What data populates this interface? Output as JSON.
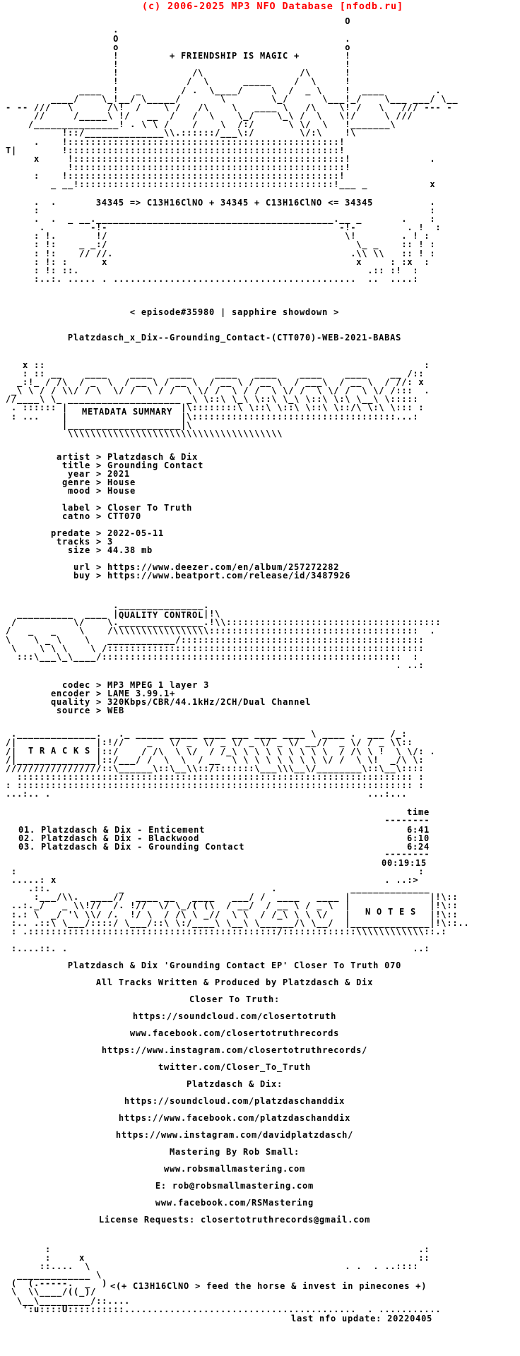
{
  "page": {
    "copyright": "(c) 2006-2025 MP3 NFO Database [nfodb.ru]",
    "accent_color": "#ff0000",
    "text_color": "#000000",
    "background_color": "#ffffff",
    "kv_separator": " > "
  },
  "banner": {
    "slogan": "+ FRIENDSHIP IS MAGIC +",
    "equation": "34345 => C13H16ClNO + 34345 + C13H16ClNO <= 34345",
    "episode": "< episode#35980 | sapphire showdown >",
    "release_name": "Platzdasch_x_Dix--Grounding_Contact-(CTT070)-WEB-2021-BABAS"
  },
  "metadata": {
    "section_title": "METADATA SUMMARY",
    "fields": [
      {
        "key": "artist",
        "value": "Platzdasch & Dix"
      },
      {
        "key": "title",
        "value": "Grounding Contact"
      },
      {
        "key": "year",
        "value": "2021"
      },
      {
        "key": "genre",
        "value": "House"
      },
      {
        "key": "mood",
        "value": "House"
      },
      {
        "key": "label",
        "value": "Closer To Truth"
      },
      {
        "key": "catno",
        "value": "CTT070"
      },
      {
        "key": "predate",
        "value": "2022-05-11"
      },
      {
        "key": "tracks",
        "value": "3"
      },
      {
        "key": "size",
        "value": "44.38 mb"
      },
      {
        "key": "url",
        "value": "https://www.deezer.com/en/album/257272282"
      },
      {
        "key": "buy",
        "value": "https://www.beatport.com/release/id/3487926"
      }
    ]
  },
  "quality": {
    "section_title": "QUALITY CONTROL",
    "fields": [
      {
        "key": "codec",
        "value": "MP3 MPEG 1 layer 3"
      },
      {
        "key": "encoder",
        "value": "LAME 3.99.1+"
      },
      {
        "key": "quality",
        "value": "320Kbps/CBR/44.1kHz/2CH/Dual Channel"
      },
      {
        "key": "source",
        "value": "WEB"
      }
    ]
  },
  "tracks": {
    "section_title": "T R A C K S",
    "time_header": "time",
    "rows": [
      {
        "num": "01.",
        "title": "Platzdasch & Dix - Enticement",
        "time": "6:41"
      },
      {
        "num": "02.",
        "title": "Platzdasch & Dix - Blackwood",
        "time": "6:10"
      },
      {
        "num": "03.",
        "title": "Platzdasch & Dix - Grounding Contact",
        "time": "6:24"
      }
    ],
    "total_time": "00:19:15"
  },
  "notes": {
    "section_title": "N O T E S",
    "lines": [
      "Platzdasch & Dix 'Grounding Contact EP' Closer To Truth 070",
      "All Tracks Written & Produced by Platzdasch & Dix",
      "Closer To Truth:",
      "https://soundcloud.com/closertotruth",
      "www.facebook.com/closertotruthrecords",
      "https://www.instagram.com/closertotruthrecords/",
      "twitter.com/Closer_To_Truth",
      "Platzdasch & Dix:",
      "https://soundcloud.com/platzdaschanddix",
      "https://www.facebook.com/platzdaschanddix",
      "https://www.instagram.com/davidplatzdasch/",
      "Mastering By Rob Small:",
      "www.robsmallmastering.com",
      "E: rob@robsmallmastering.com",
      "www.facebook.com/RSMastering",
      "License Requests: closertotruthrecords@gmail.com"
    ]
  },
  "footer": {
    "horse_caption": "<(+ C13H16ClNO > feed the horse & invest in pinecones +)",
    "last_update": "last nfo update: 20220405"
  },
  "ascii_art": {
    "row_count": 153,
    "rows": {
      "2": "                                                             O",
      "3": "                    .",
      "4": "                    O                                        .",
      "5": "                    o                                        o",
      "6": "                    !                                        !",
      "7": "                    !                                        !",
      "8": "                    !             /\\                 /\\      !",
      "9": "                    !            /  \\      _____    /  \\     !",
      "10": "              ____  !   _       / .  \\____/     \\  /  _ \\    !  ____         .",
      "11": "         ____/    \\_!__/ \\_____/       \\        \\_/      \\___!_/    \\___ ___/ \\__",
      "12": " - -- ///   \\      /\\!  /    \\ /   /\\    \\   ____ \\   /\\    \\! /   \\   /// --- -",
      "13": "      //     /_____\\ !/   __  /   /  \\    \\_/    \\_\\ /  \\   \\!/     \\ ///",
      "14": "     /_______________! . \\ \\ /    /    \\  /:/      \\ \\/  \\   !_______\\",
      "15": "           !::/______________\\\\.::::::/___\\:/        \\/:\\    !\\",
      "16": "      .    !::::::::::::::::::::::::::::::::::::::::::::::::!",
      "17": " T|        !::::::::::::::::::::::::::::::::::::::::::::::::!",
      "18": "      x     !::::::::::::::::::::::::::::::::::::::::::::::::!              .",
      "19": "            !::::::::::::::::::::::::::::::::::::::::::::::::!",
      "20": "      :    !::::::::::::::::::::::::::::::::::::::::::::::::!",
      "21": "         _ __!:::::::::::::::::::::::::::::::::::::::::::::!___ _           x",
      "23": "      .  .                                                                  .",
      "24": "      :                                                                     :",
      "25": "      .  .  _ __.__________________________________________.__ _       .    :",
      "26": "       .        -!-                                         -!-         . !  :",
      "27": "      : !.       !/                                          \\!        . ! :",
      "28": "      : !:    _ _:/                                            \\_ _    :: ! :",
      "29": "      : !:    // //.                                          .\\\\ \\\\   :: ! :",
      "30": "      : !: :      x                                            x     : :x  :",
      "31": "      : !: ::.                                                   .:: :!  :",
      "32": "      :..:. ..... . ...........................................  ..  ....:",
      "42": "    x ::                                                                   :",
      "43": "    : :: __    ____    ____   ____    ____   ____    ____    ____    __ /::",
      "44": "   _:!_ / /\\  / _  \\  / __ \\ / __ \\  / __ \\ / __ \\  / ___\\  / __ \\  / //: x",
      "45": "  _\\ \\ / / \\\\/ / \\  \\/ /  \\ / /  \\ \\/ /  \\ / /  \\ \\/ /  \\ \\/ /  \\ \\/ /:::  .",
      "46": " //____\\ \\_ ____________________ _\\ \\::\\ \\_\\ \\::\\ \\_\\ \\::\\ \\:\\ \\__\\ \\:::::",
      "47": "  . :::::: |                    |\\::::::::\\ \\::\\ \\::\\ \\::\\ \\::/\\ \\:\\ \\::: :",
      "48": "  : ...    |                    |\\::::::::::::::::::::::::::::::::::::...:",
      "49": "           |____________________|\\",
      "50": "            \\\\\\\\\\\\\\\\\\\\\\\\\\\\\\\\\\\\\\\\\\\\\\\\\\\\\\\\\\\\\\\\\\\\\\\\\\\\",
      "70": "                    ._______________.",
      "71": "   __________  ____ |               |!\\",
      "72": "  /          \\/    \\._______________.!\\\\::::::::::::::::::::::::::::::::::::::",
      "73": " /   _   _    \\    /\\\\\\\\\\\\\\\\\\\\\\\\\\\\\\\\\\:::::::::::::::::::::::::::::::::::::  .",
      "74": " \\    \\ _ \\    \\   ____________/:::::::::::::::::::::::::::::::::::::::::::",
      "75": "  \\    \\ \\ \\    \\ /::::::::::::::::::::::::::::::::::::::::::::::::::::::::",
      "76": "   :::\\___\\_\\____/:::::::::::::::::::::::::::::::::::::::::::::::::::::  :",
      "77": "                                                                      . ..:",
      "85": "  .______________.   ._ _____ _____ ____ ___ ____ ____ \\ ____ .  ___ /_:",
      "86": " /|              |:!//    _   \\/ _  \\/ _ \\/ _ \\/ _ \\/ __//  _ \\/ / _ \\\\::",
      "87": " /|              |::/    / /\\  \\ \\/  / /_\\ \\ \\ \\ \\ \\ \\ \\ \\  / /\\ \\ !  \\ \\/: .",
      "88": " /|______________|::/___/ /  \\  \\  / __  \\ \\ \\ \\ \\ \\ \\ \\ \\/ /  \\ \\!  _/\\ \\:",
      "89": " /////////////////::\\______\\::\\__\\\\::/:::::::\\___\\\\\\__\\/________\\::\\__\\::::",
      "90": "   :::::::::::::::::::::::::::::::::::::::::::::::::::::::::::::::::::::: :",
      "91": " : :::::::::::::::::::::::::::::::::::::::::::::::::::::::::::::::::::::: :",
      "92": " ...:.. .                                                        ...:...",
      "95": "                                                                    --------",
      "99": "                                                                    --------",
      "101": "  :                                                                       :",
      "102": "  .....: x                                                          . ..:>",
      "103": "     .::.            _                          .             ______________",
      "104": "      :___/\\\\.  ____//  ____ __   ____   ___/ /  ____   ____ |              |!\\::",
      "105": "  ..:._/   _ \\\\!//  /. !//  \\/ \\_/( (\\  / __/  / __ \\ / _ \\  |              |!\\::",
      "106": "  :.: \\  _/ '\\ \\\\/ /.  !/ \\  / /\\ \\ _//  \\ \\  / /_\\ \\ \\ \\/   |              |!\\::",
      "107": "  :.. .::\\ \\___/::::/ \\___/::\\ \\:/____\\ \\__\\ \\______/\\ \\__/  |______________|!\\::..",
      "108": "  : .::::::::::::::::::::::::::::::::::::::::::::/:::::::::::::\\\\\\\\\\\\\\\\\\\\\\\\::.:",
      "110": "  :....::. .                                                             ..:",
      "145": "        :                                                                 .:",
      "146": "        :     x                                                           ::",
      "147": "       ::....  \\                                             . .  . ..::::",
      "148": "   _____________ \\",
      "149": "  (  (.-----.  _  )",
      "150": "  \\  \\\\____/((_)/",
      "151": "   \\__\\_________/::....",
      "152": "    ':u::::U::::::::::.........................................  . ..........."
    }
  }
}
